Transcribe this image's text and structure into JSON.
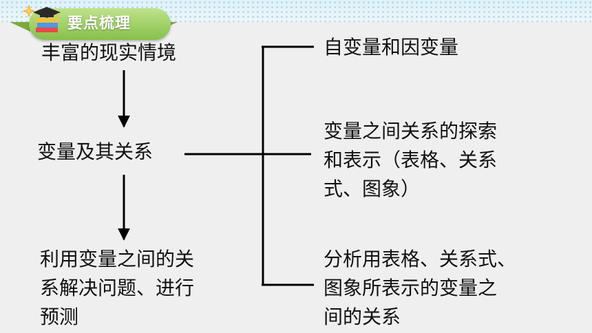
{
  "header": {
    "title": "要点梳理",
    "icon": "books-graduation-cap-icon"
  },
  "diagram": {
    "left_nodes": [
      {
        "id": "context",
        "text": "丰富的现实情境"
      },
      {
        "id": "variables",
        "text": "变量及其关系"
      },
      {
        "id": "application",
        "lines": [
          "利用变量之间的关",
          "系解决问题、进行",
          "预测"
        ]
      }
    ],
    "right_nodes": [
      {
        "id": "indep-dep",
        "lines": [
          "自变量和因变量"
        ]
      },
      {
        "id": "explore",
        "lines": [
          "变量之间关系的探索",
          "和表示（表格、关系",
          "式、图象）"
        ]
      },
      {
        "id": "analyze",
        "lines": [
          "分析用表格、关系式、",
          "图象所表示的变量之",
          "间的关系"
        ]
      }
    ]
  },
  "colors": {
    "badge_green": "#86c04a",
    "line": "#000000",
    "background": "#efefef"
  }
}
